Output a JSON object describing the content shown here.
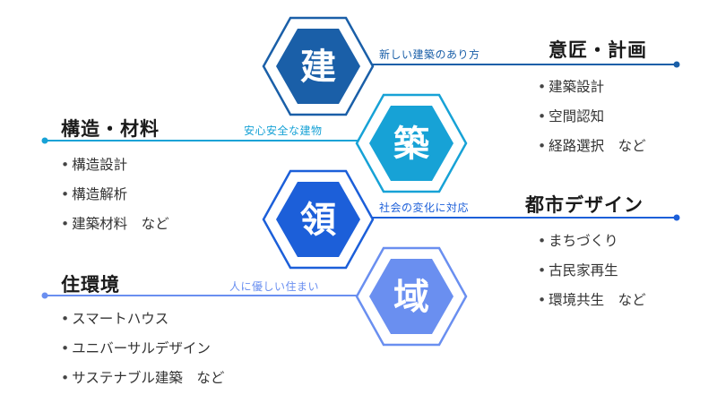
{
  "hexagons": [
    {
      "char": "建",
      "color": "#1a5fa8"
    },
    {
      "char": "築",
      "color": "#17a2d6"
    },
    {
      "char": "領",
      "color": "#1c5fd9"
    },
    {
      "char": "域",
      "color": "#6a8ff0"
    }
  ],
  "sections": [
    {
      "title": "意匠・計画",
      "subtitle": "新しい建築のあり方",
      "color": "#1a5fa8",
      "items": [
        "建築設計",
        "空間認知",
        "経路選択　など"
      ]
    },
    {
      "title": "構造・材料",
      "subtitle": "安心安全な建物",
      "color": "#17a2d6",
      "items": [
        "構造設計",
        "構造解析",
        "建築材料　など"
      ]
    },
    {
      "title": "都市デザイン",
      "subtitle": "社会の変化に対応",
      "color": "#1c5fd9",
      "items": [
        "まちづくり",
        "古民家再生",
        "環境共生　など"
      ]
    },
    {
      "title": "住環境",
      "subtitle": "人に優しい住まい",
      "color": "#6a8ff0",
      "items": [
        "スマートハウス",
        "ユニバーサルデザイン",
        "サステナブル建築　など"
      ]
    }
  ],
  "bullet": "•"
}
